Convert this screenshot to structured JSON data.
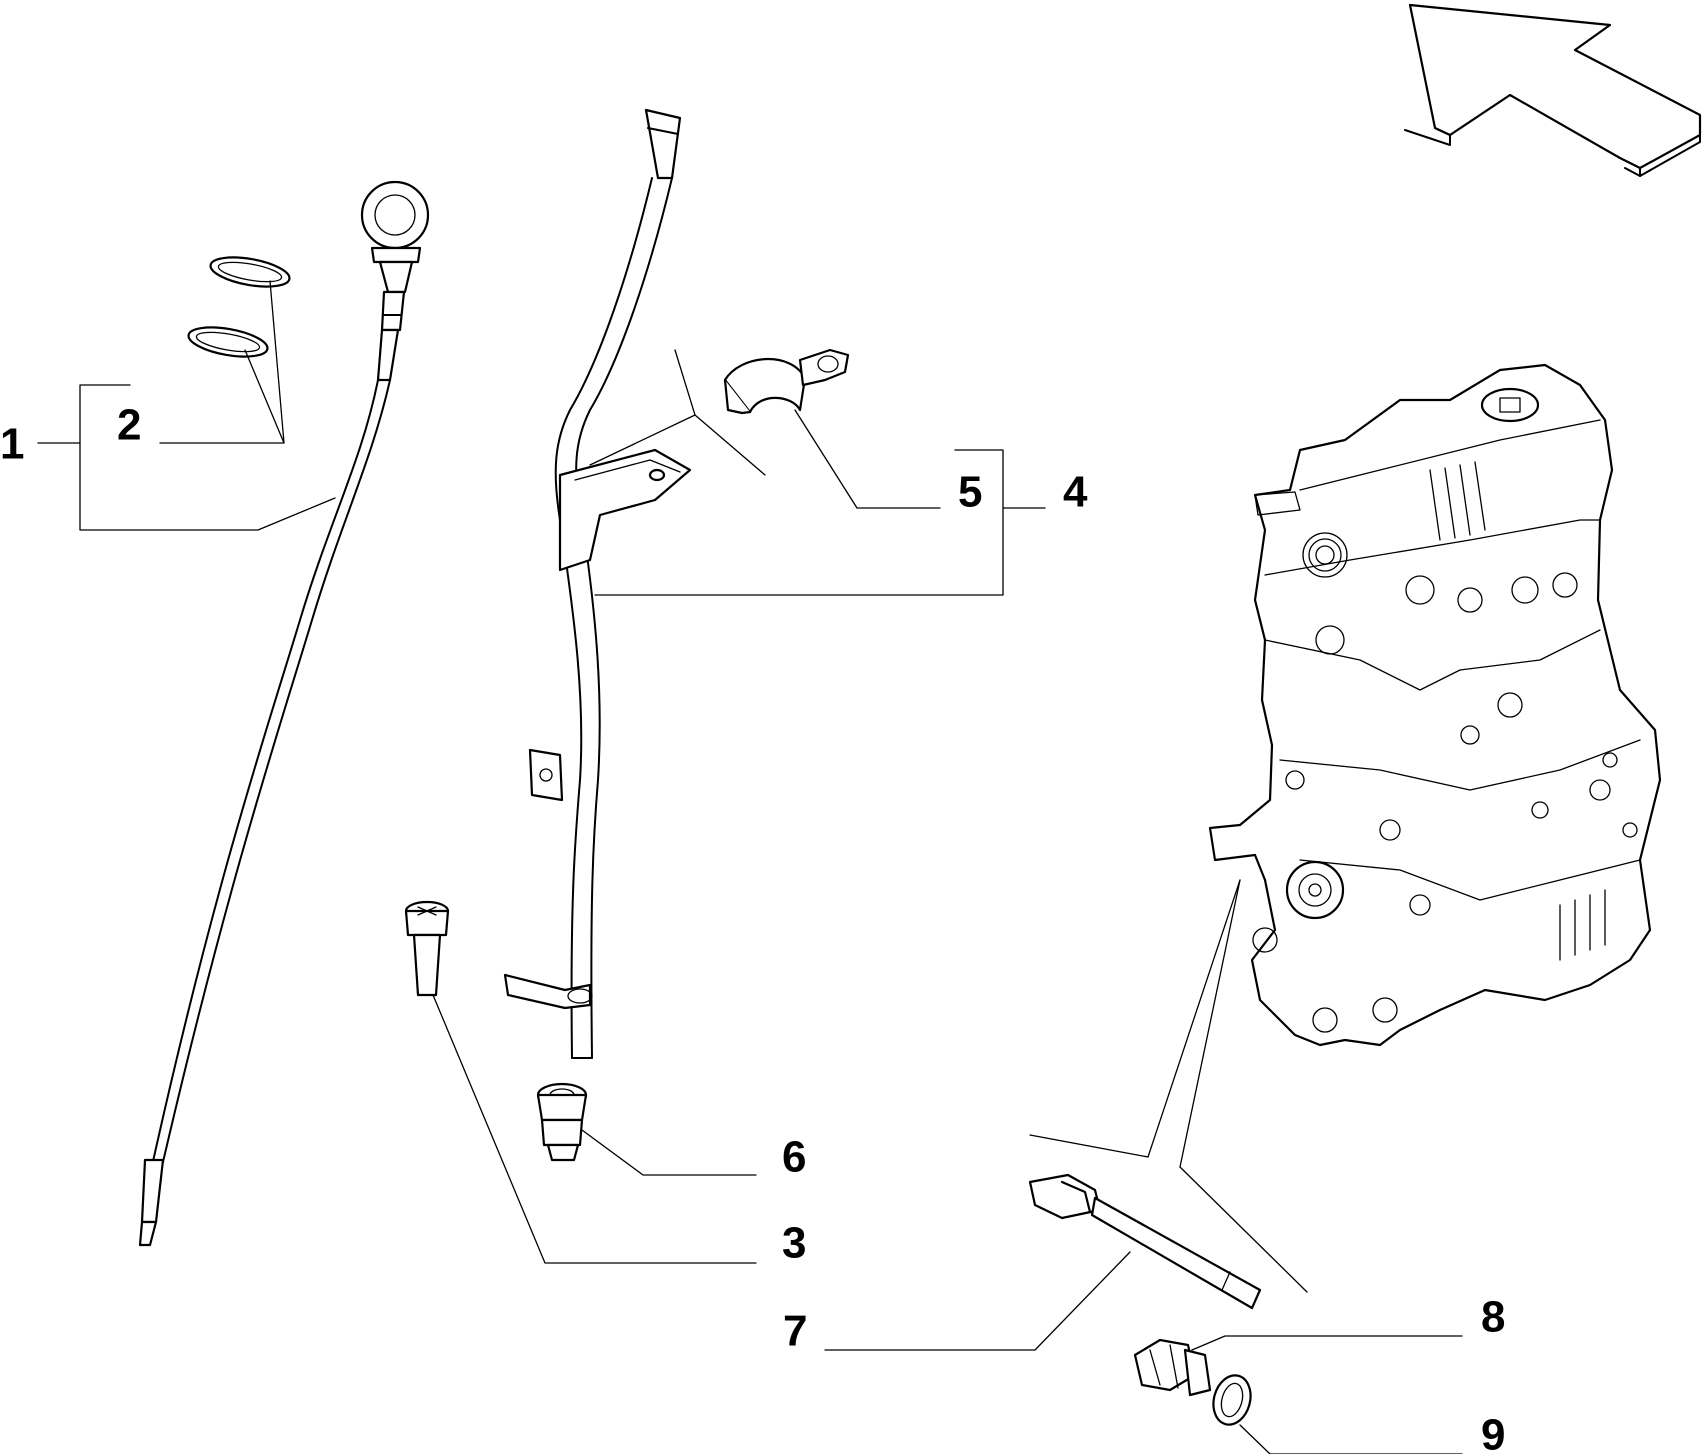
{
  "labels": {
    "l1": "1",
    "l2": "2",
    "l3": "3",
    "l4": "4",
    "l5": "5",
    "l6": "6",
    "l7": "7",
    "l8": "8",
    "l9": "9"
  },
  "icons": {
    "direction_arrow": "front-direction-arrow-icon"
  }
}
